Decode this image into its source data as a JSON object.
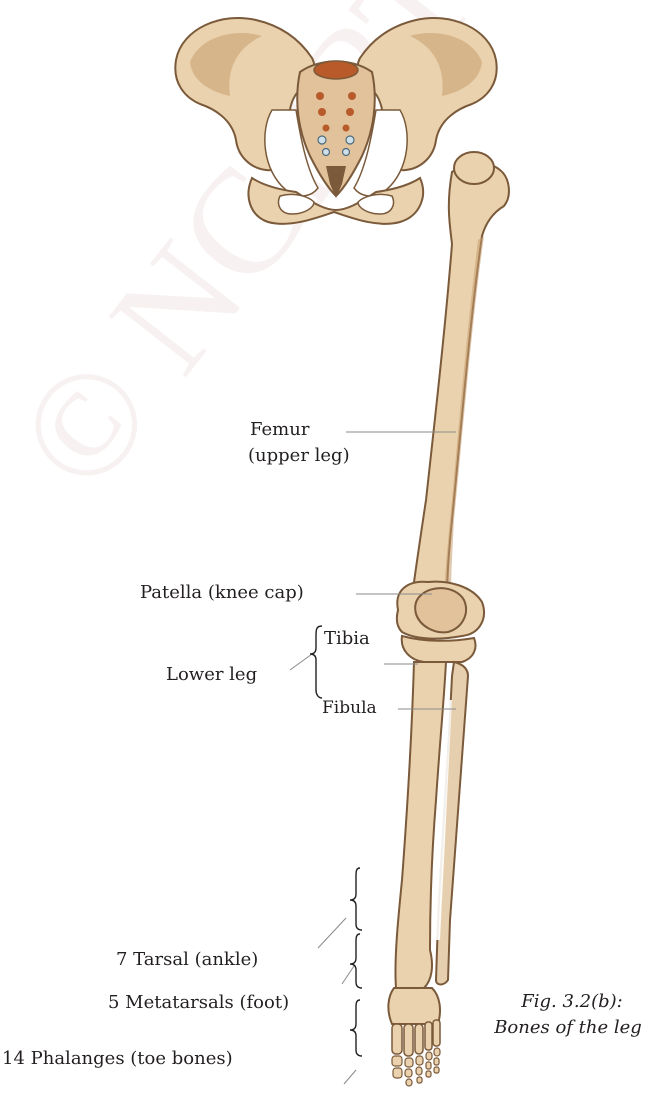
{
  "colors": {
    "bone": "#ead2ae",
    "bone_shade": "#c79d6e",
    "bone_outline": "#7a5a3a",
    "leader_line": "#8a8a8a",
    "watermark": "#f3ecec",
    "sacrum_accent": "#b85a2a"
  },
  "watermark": {
    "text": "© NCERT not to be republished"
  },
  "labels": {
    "femur": "Femur",
    "femur_note": "(upper leg)",
    "patella": "Patella (knee cap)",
    "tibia": "Tibia",
    "lower_leg": "Lower leg",
    "fibula": "Fibula",
    "tarsal": "7 Tarsal (ankle)",
    "metatarsals": "5 Metatarsals (foot)",
    "phalanges": "14 Phalanges (toe bones)"
  },
  "caption": {
    "line1": "Fig. 3.2(b):",
    "line2": "Bones of the leg"
  }
}
